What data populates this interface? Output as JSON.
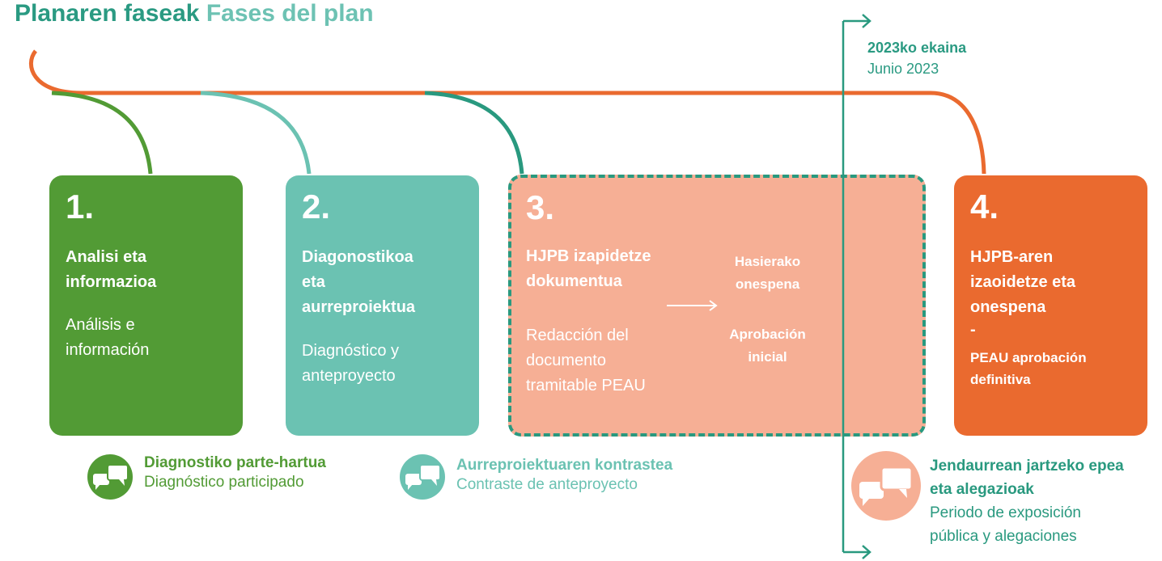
{
  "title": {
    "eu": "Planaren faseak",
    "es": "Fases del plan"
  },
  "colors": {
    "green": "#529b35",
    "teal_light": "#6bc2b2",
    "teal_dark": "#29997f",
    "salmon": "#f6af95",
    "orange": "#ea6a2f"
  },
  "phases": [
    {
      "num": "1.",
      "eu": "Analisi eta\ninformazioa",
      "es": "Análisis e\ninformación"
    },
    {
      "num": "2.",
      "eu": "Diagonostikoa\neta\naurreproiektua",
      "es": "Diagnóstico y\nanteproyecto"
    },
    {
      "num": "3.",
      "eu": "HJPB izapidetze\ndokumentua",
      "es": "Redacción del\ndocumento\ntramitable PEAU",
      "step_eu": "Hasierako\nonespena",
      "step_es": "Aprobación\ninicial"
    },
    {
      "num": "4.",
      "eu": "HJPB-aren\nizaoidetze eta\nonespena",
      "dash": "-",
      "es": "PEAU aprobación\ndefinitiva"
    }
  ],
  "participation": [
    {
      "eu": "Diagnostiko parte-hartua",
      "es": "Diagnóstico participado",
      "icon": "chat-bubbles-icon"
    },
    {
      "eu": "Aurreproiektuaren kontrastea",
      "es": "Contraste de anteproyecto",
      "icon": "chat-bubbles-icon"
    },
    {
      "eu": "Jendaurrean jartzeko epea\neta alegazioak",
      "es": "Periodo de exposición\npública y alegaciones",
      "icon": "chat-bubbles-icon"
    }
  ],
  "milestone": {
    "eu": "2023ko ekaina",
    "es": "Junio 2023"
  }
}
